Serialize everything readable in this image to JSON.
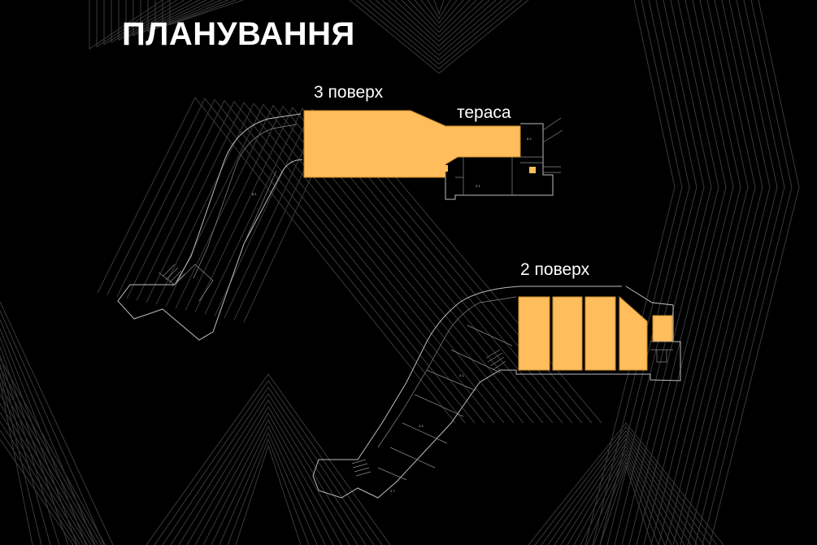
{
  "title": "ПЛАНУВАННЯ",
  "labels": {
    "floor3": "3 поверх",
    "terrace": "тераса",
    "floor2": "2 поверх"
  },
  "colors": {
    "background": "#000000",
    "highlight": "#ffbd5c",
    "pattern_lines": "#3a3a3a",
    "plan_lines": "#bdbdbd",
    "text": "#ffffff"
  }
}
